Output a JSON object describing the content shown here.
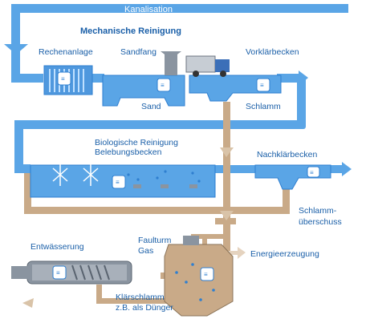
{
  "labels": {
    "kanalisation": "Kanalisation",
    "mechanische_reinigung": "Mechanische Reinigung",
    "rechenanlage": "Rechenanlage",
    "sandfang": "Sandfang",
    "vorklaerbecken": "Vorklärbecken",
    "sand": "Sand",
    "schlamm": "Schlamm",
    "biologische_reinigung": "Biologische Reinigung",
    "belebungsbecken": "Belebungsbecken",
    "nachklaerbecken": "Nachklärbecken",
    "schlammueberschuss_1": "Schlamm-",
    "schlammueberschuss_2": "überschuss",
    "entwaesserung": "Entwässerung",
    "faulturm": "Faulturm",
    "gas": "Gas",
    "energieerzeugung": "Energieerzeugung",
    "klaerschlamm_1": "Klärschlamm",
    "klaerschlamm_2": "z.B. als Dünger"
  },
  "colors": {
    "water": "#5aa5e6",
    "water_dark": "#2f7fd0",
    "sludge": "#c9aa88",
    "steel": "#8a94a0",
    "text": "#1a5fa8"
  },
  "icons": [
    "info-badge-icon",
    "truck-icon",
    "screen-filter-icon",
    "aerator-icon",
    "flow-arrow-icon"
  ]
}
